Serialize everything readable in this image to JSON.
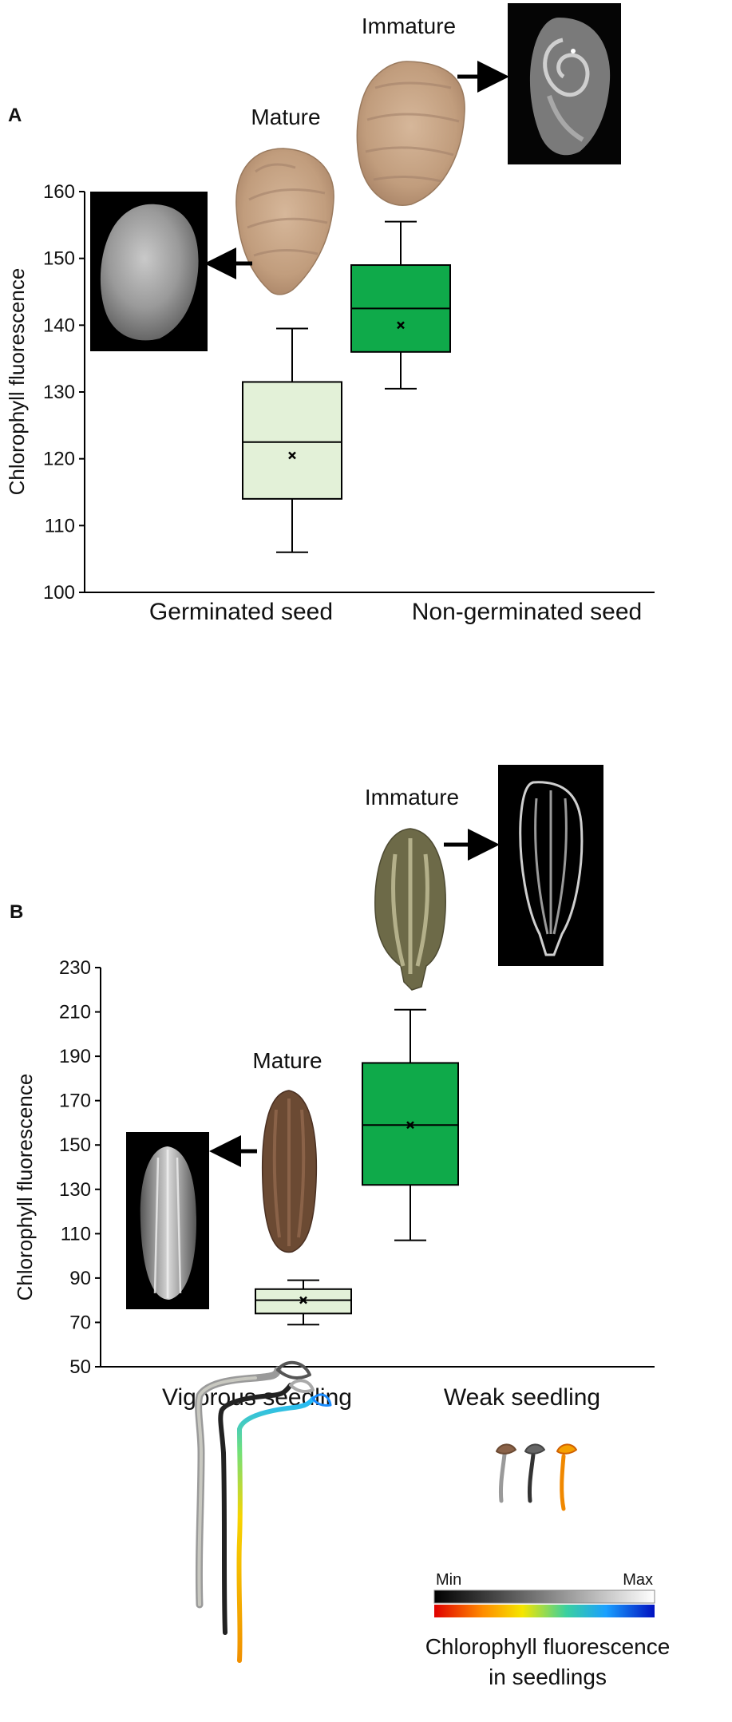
{
  "colors": {
    "germinated_box": "#e3f1d8",
    "non_germinated_box": "#0faa4a",
    "vigorous_box": "#e3f1d8",
    "weak_box": "#0faa4a",
    "box_stroke": "#000000",
    "seed_a_brown": "#c7a688",
    "seed_b_immature": "#6d6a48",
    "seed_b_mature": "#6b4a33"
  },
  "chart_data": [
    {
      "panel": "A",
      "type": "box",
      "ylabel": "Chlorophyll fluorescence",
      "ylim": [
        100,
        160
      ],
      "yticks": [
        "100",
        "110",
        "120",
        "130",
        "140",
        "150",
        "160"
      ],
      "categories": [
        "Germinated seed",
        "Non-germinated seed"
      ],
      "boxes": [
        {
          "whisker_low": 106,
          "q1": 114,
          "median": 122.5,
          "q3": 131.5,
          "whisker_high": 139.5,
          "mean": 120.5
        },
        {
          "whisker_low": 130.5,
          "q1": 136,
          "median": 142.5,
          "q3": 149,
          "whisker_high": 155.5,
          "mean": 140
        }
      ],
      "annotations": [
        "Mature",
        "Immature"
      ]
    },
    {
      "panel": "B",
      "type": "box",
      "ylabel": "Chlorophyll fluorescence",
      "ylim": [
        50,
        230
      ],
      "yticks": [
        "50",
        "70",
        "90",
        "110",
        "130",
        "150",
        "170",
        "190",
        "210",
        "230"
      ],
      "categories": [
        "Vigorous seedling",
        "Weak seedling"
      ],
      "boxes": [
        {
          "whisker_low": 69,
          "q1": 74,
          "median": 80,
          "q3": 85,
          "whisker_high": 89,
          "mean": 80
        },
        {
          "whisker_low": 107,
          "q1": 132,
          "median": 159,
          "q3": 187,
          "whisker_high": 211,
          "mean": 159
        }
      ],
      "annotations": [
        "Mature",
        "Immature"
      ]
    }
  ],
  "legend": {
    "min_label": "Min",
    "max_label": "Max",
    "caption_line1": "Chlorophyll fluorescence",
    "caption_line2": "in seedlings"
  },
  "icons": [
    "seed-photo",
    "fluorescence-image",
    "seedling-image",
    "arrow-icon"
  ]
}
